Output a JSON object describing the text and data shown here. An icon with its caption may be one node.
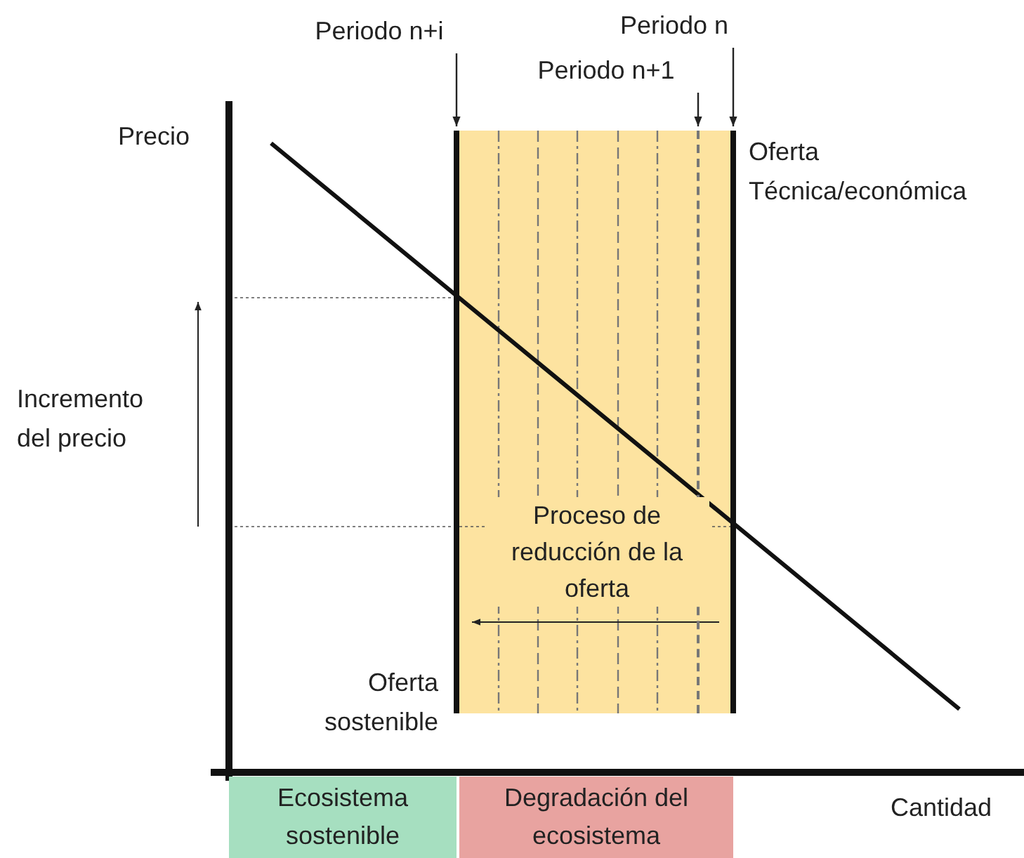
{
  "diagram": {
    "nodes": [
      {
        "text": [
          "Periodo n+i"
        ]
      },
      {
        "text": [
          "Periodo n"
        ]
      },
      {
        "text": [
          "Periodo n+1"
        ]
      },
      {
        "text": [],
        "shape": "bar",
        "beside": [
          "Oferta sostenible"
        ]
      },
      {
        "text": [],
        "shape": "bar",
        "beside": [
          "Oferta Técnica/económica"
        ]
      },
      {
        "text": [],
        "shape": "bar"
      },
      {
        "text": [
          "Ecosistema sostenible"
        ]
      },
      {
        "text": [
          "Degradación del ecosistema"
        ]
      }
    ],
    "edges": [
      {
        "from": 0,
        "to": 3,
        "arrow": "to"
      },
      {
        "from": 1,
        "to": 4,
        "arrow": "to"
      },
      {
        "from": 2,
        "to": 5,
        "arrow": "to"
      }
    ],
    "labels": [
      "Precio",
      "Incremento del precio",
      "Proceso de reducción de la oferta",
      "Cantidad"
    ]
  }
}
